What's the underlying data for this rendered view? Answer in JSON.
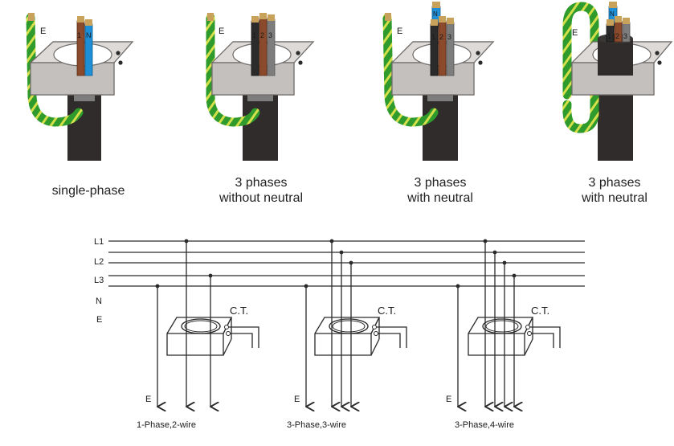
{
  "colors": {
    "earth_green": "#2f9b2c",
    "earth_stripe": "#d4df4a",
    "brown": "#8a4a2b",
    "blue": "#1e8fd6",
    "black_core": "#2b2b2b",
    "grey_core": "#7d7d7d",
    "sheath": "#2f2c2b",
    "ct_body": "#cfcbc8",
    "ct_edge": "#6d6a68",
    "line": "#2a2a2a"
  },
  "panels": [
    {
      "earth_label": "E",
      "core_labels": [
        "1",
        "N"
      ],
      "caption_line1": "single-phase",
      "caption_line2": ""
    },
    {
      "earth_label": "E",
      "core_labels": [
        "1",
        "2",
        "3"
      ],
      "caption_line1": "3 phases",
      "caption_line2": "without neutral"
    },
    {
      "earth_label": "E",
      "core_labels": [
        "N",
        "1",
        "2",
        "3"
      ],
      "caption_line1": "3 phases",
      "caption_line2": "with neutral"
    },
    {
      "earth_label": "E",
      "core_labels": [
        "N",
        "1",
        "2",
        "3"
      ],
      "caption_line1": "3 phases",
      "caption_line2": "with neutral"
    }
  ],
  "schematic": {
    "bus_labels": [
      "L1",
      "L2",
      "L3",
      "N",
      "E"
    ],
    "ct_label": "C.T.",
    "earth_label": "E",
    "configs": [
      "1-Phase,2-wire",
      "3-Phase,3-wire",
      "3-Phase,4-wire"
    ]
  }
}
